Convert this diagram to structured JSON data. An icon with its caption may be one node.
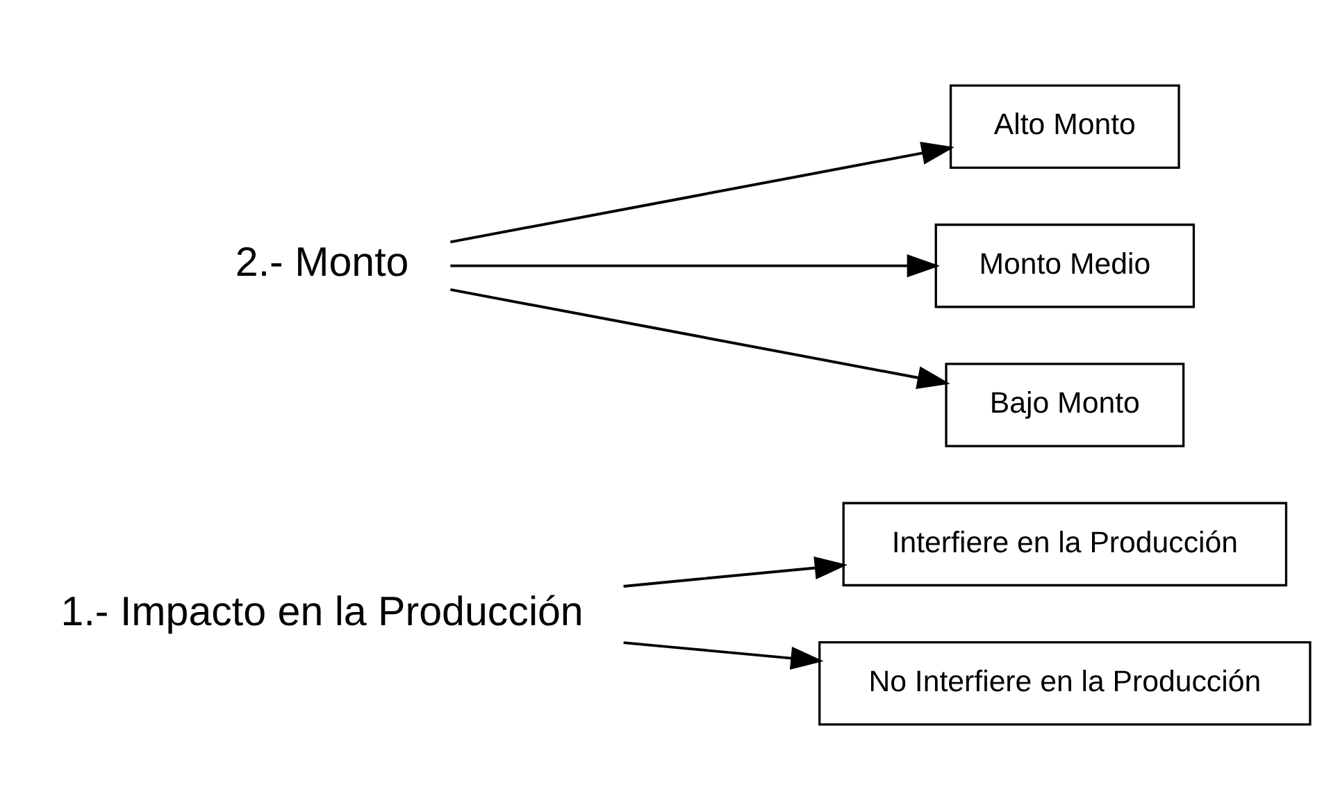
{
  "diagram": {
    "nodes": [
      {
        "text": [
          "1.- Impacto en la Producción"
        ]
      },
      {
        "text": [
          "Interfiere en la Producción"
        ]
      },
      {
        "text": [
          "No Interfiere en la Producción"
        ]
      },
      {
        "text": [
          "2.- Monto"
        ]
      },
      {
        "text": [
          "Alto Monto"
        ]
      },
      {
        "text": [
          "Monto Medio"
        ]
      },
      {
        "text": [
          "Bajo Monto"
        ]
      }
    ],
    "edges": [
      {
        "from": 0,
        "to": 1,
        "arrow": "to"
      },
      {
        "from": 0,
        "to": 2,
        "arrow": "to"
      },
      {
        "from": 3,
        "to": 4,
        "arrow": "to"
      },
      {
        "from": 3,
        "to": 5,
        "arrow": "to"
      },
      {
        "from": 3,
        "to": 6,
        "arrow": "to"
      }
    ]
  }
}
